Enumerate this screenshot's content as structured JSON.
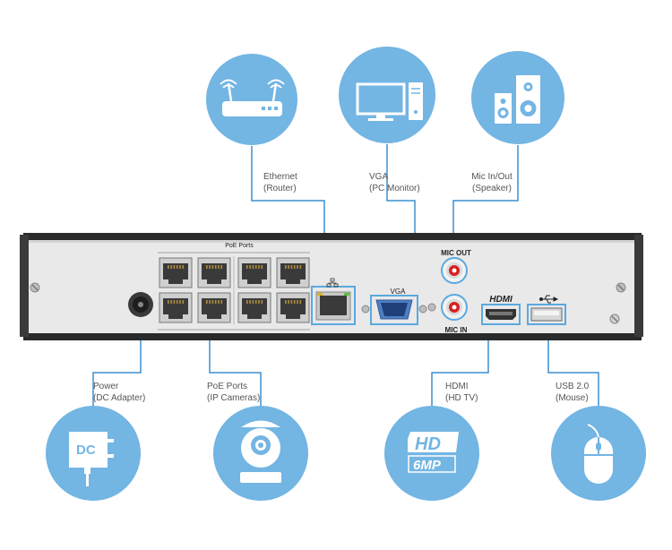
{
  "colors": {
    "circle": "#73b5e3",
    "leader": "#3b8fd0",
    "panel": "#e9e9e9",
    "frame": "#2a2a2a",
    "port_highlight": "#5aa9e0"
  },
  "connections": {
    "ethernet": {
      "line1": "Ethernet",
      "line2": "(Router)",
      "icon": "router-icon"
    },
    "vga": {
      "line1": "VGA",
      "line2": "(PC Monitor)",
      "icon": "monitor-icon"
    },
    "mic": {
      "line1": "Mic In/Out",
      "line2": "(Speaker)",
      "icon": "speaker-icon"
    },
    "power": {
      "line1": "Power",
      "line2": "(DC Adapter)",
      "icon": "dc-adapter-icon",
      "icon_text": "DC"
    },
    "poe": {
      "line1": "PoE Ports",
      "line2": "(IP Cameras)",
      "icon": "ip-camera-icon"
    },
    "hdmi": {
      "line1": "HDMI",
      "line2": "(HD TV)",
      "icon": "hd-6mp-icon",
      "icon_text_1": "HD",
      "icon_text_2": "6MP"
    },
    "usb": {
      "line1": "USB 2.0",
      "line2": "(Mouse)",
      "icon": "mouse-icon"
    }
  },
  "panel": {
    "poe_title": "PoE Ports",
    "vga_label": "VGA",
    "mic_out_label": "MIC OUT",
    "mic_in_label": "MIC IN",
    "hdmi_label": "HDMI",
    "usb_symbol": "usb-symbol-icon",
    "lan_symbol": "lan-symbol-icon"
  }
}
